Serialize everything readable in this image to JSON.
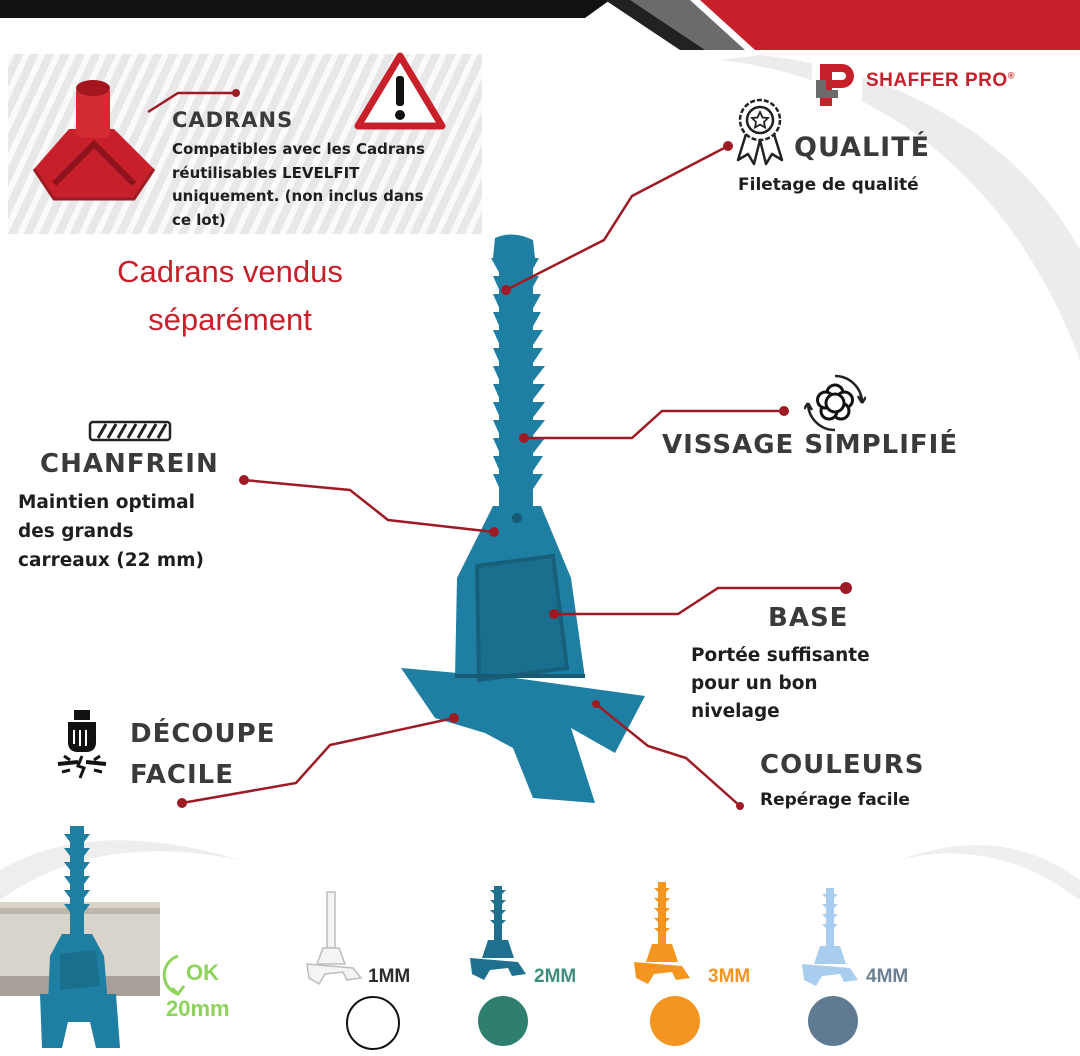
{
  "brand": {
    "name": "SHAFFER PRO",
    "mark": "®",
    "color": "#c8202b"
  },
  "colors": {
    "accent_red": "#c8202b",
    "product_blue": "#1f7fa3",
    "leader_line": "#9e1b25"
  },
  "cadrans": {
    "title": "CADRANS",
    "desc_lines": [
      "Compatibles avec les Cadrans",
      "réutilisables LEVELFIT",
      "uniquement. (non inclus dans",
      "ce lot)"
    ]
  },
  "sold_separately": [
    "Cadrans vendus",
    "séparément"
  ],
  "qualite": {
    "title": "QUALITÉ",
    "desc": "Filetage de qualité"
  },
  "vissage": {
    "title": "VISSAGE SIMPLIFIÉ"
  },
  "chanfrein": {
    "title": "CHANFREIN",
    "desc_lines": [
      "Maintien optimal",
      "des grands",
      "carreaux (22 mm)"
    ]
  },
  "base": {
    "title": "BASE",
    "desc_lines": [
      "Portée suffisante",
      "pour un bon",
      "nivelage"
    ]
  },
  "decoupe": {
    "title_lines": [
      "DÉCOUPE",
      "FACILE"
    ]
  },
  "couleurs": {
    "title": "COULEURS",
    "desc": "Repérage facile"
  },
  "ok_badge": {
    "label": "OK",
    "size": "20mm"
  },
  "sizes": [
    {
      "label": "1MM",
      "color": "#ffffff",
      "text_color": "#111111"
    },
    {
      "label": "2MM",
      "color": "#2f7f6f",
      "text_color": "#3b8f7f"
    },
    {
      "label": "3MM",
      "color": "#f3951f",
      "text_color": "#f3951f"
    },
    {
      "label": "4MM",
      "color": "#5f7a91",
      "text_color": "#6a7f92"
    }
  ],
  "icons": [
    "warning-icon",
    "award-ribbon-icon",
    "rotate-flower-icon",
    "hatched-bar-icon",
    "cutting-hand-icon",
    "checkmark-arrow-icon"
  ]
}
